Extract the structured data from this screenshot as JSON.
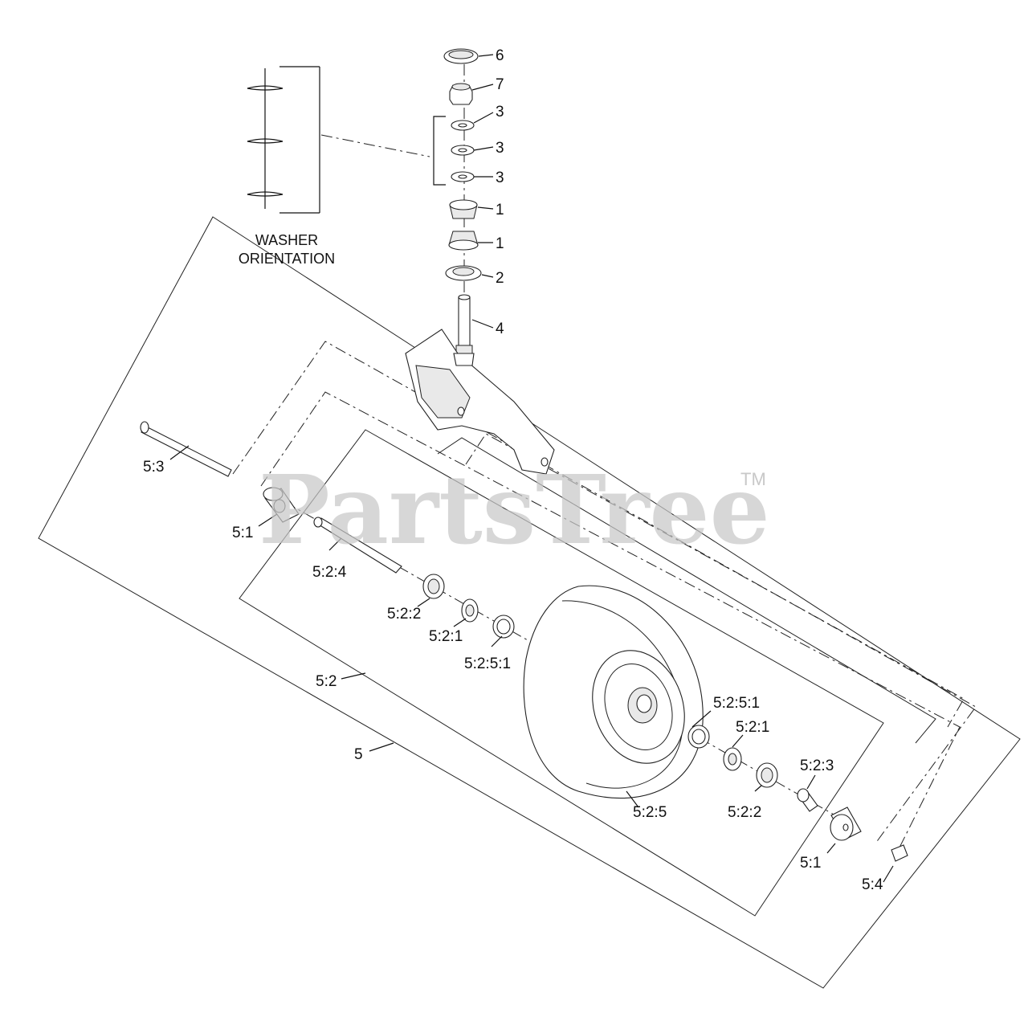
{
  "diagram": {
    "washer_note": [
      "WASHER",
      "ORIENTATION"
    ],
    "callouts": {
      "c6": "6",
      "c7": "7",
      "c3a": "3",
      "c3b": "3",
      "c3c": "3",
      "c1a": "1",
      "c1b": "1",
      "c2": "2",
      "c4": "4",
      "c53": "5:3",
      "c51a": "5:1",
      "c524": "5:2:4",
      "c522a": "5:2:2",
      "c521a": "5:2:1",
      "c5251a": "5:2:5:1",
      "c52": "5:2",
      "c5": "5",
      "c5251b": "5:2:5:1",
      "c521b": "5:2:1",
      "c523": "5:2:3",
      "c525": "5:2:5",
      "c522b": "5:2:2",
      "c51b": "5:1",
      "c54": "5:4"
    }
  },
  "watermark": {
    "text": "PartsTree",
    "trademark": "TM"
  }
}
